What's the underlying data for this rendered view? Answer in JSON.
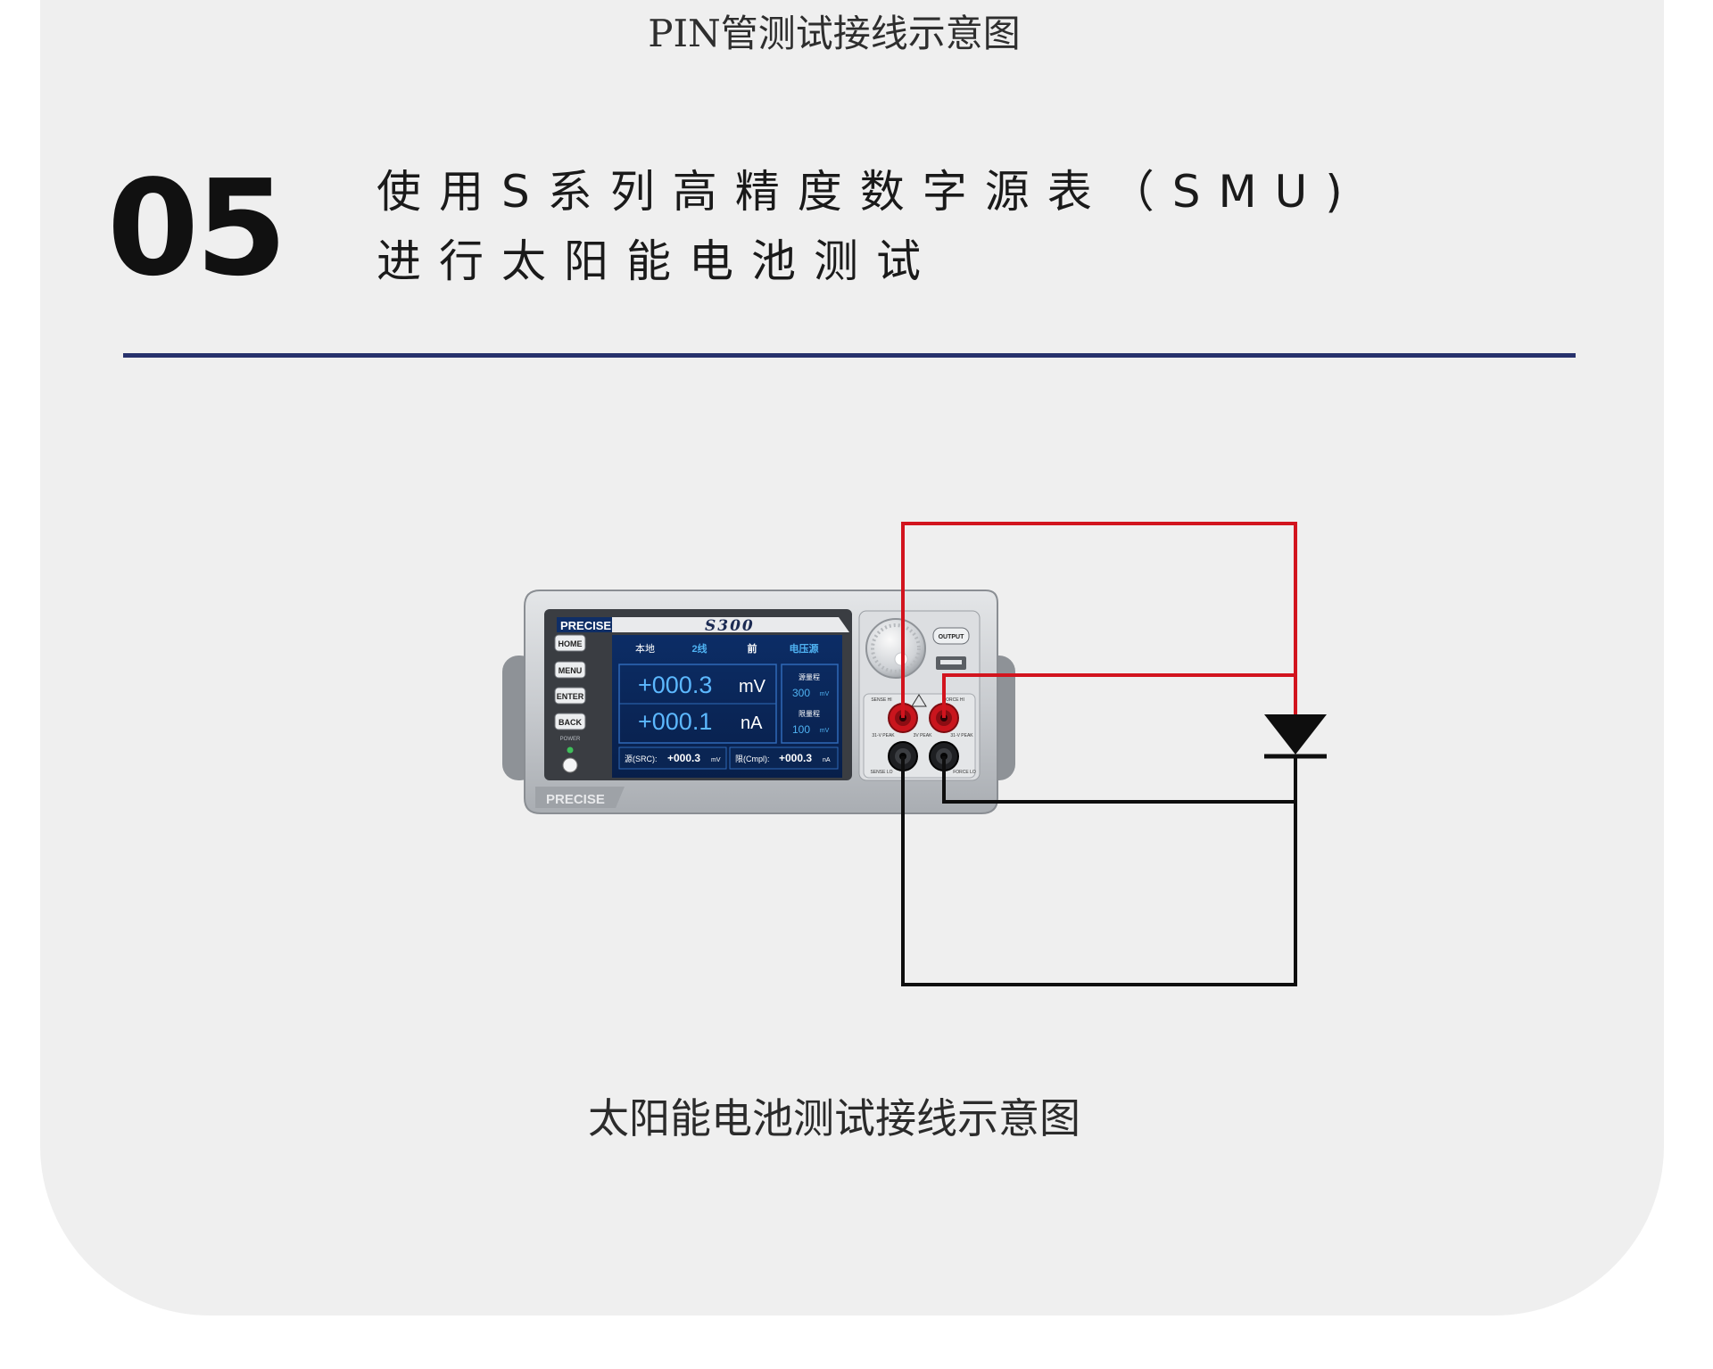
{
  "header": {
    "top_caption": "PIN管测试接线示意图",
    "step_number": "05",
    "title_line1": "使用S系列高精度数字源表（SMU)",
    "title_line2": "进行太阳能电池测试"
  },
  "diagram": {
    "caption": "太阳能电池测试接线示意图",
    "wire_colors": {
      "hi": "#d2141e",
      "lo": "#0e0e0e"
    },
    "instrument": {
      "brand": "PRECISE",
      "model": "S300",
      "buttons": [
        "HOME",
        "MENU",
        "ENTER",
        "BACK"
      ],
      "power_label": "POWER",
      "output_label": "OUTPUT",
      "status_bar": [
        "本地",
        "2线",
        "前",
        "电压源"
      ],
      "readout_voltage": "+000.3",
      "readout_voltage_unit": "mV",
      "readout_current": "+000.1",
      "readout_current_unit": "nA",
      "source_range_label": "源量程",
      "source_range_value": "300",
      "source_range_unit": "mV",
      "limit_range_label": "限量程",
      "limit_range_value": "100",
      "limit_range_unit": "mV",
      "src_label": "源(SRC):",
      "src_value": "+000.3",
      "src_unit": "mV",
      "cmpl_label": "限(Cmpl):",
      "cmpl_value": "+000.3",
      "cmpl_unit": "nA",
      "terminals": {
        "sense_hi": "SENSE HI",
        "force_hi": "FORCE HI",
        "sense_lo": "SENSE LO",
        "force_lo": "FORCE LO",
        "peak_left": "31-V PEAK",
        "peak_mid": "3V PEAK",
        "peak_right": "31-V PEAK"
      }
    }
  }
}
